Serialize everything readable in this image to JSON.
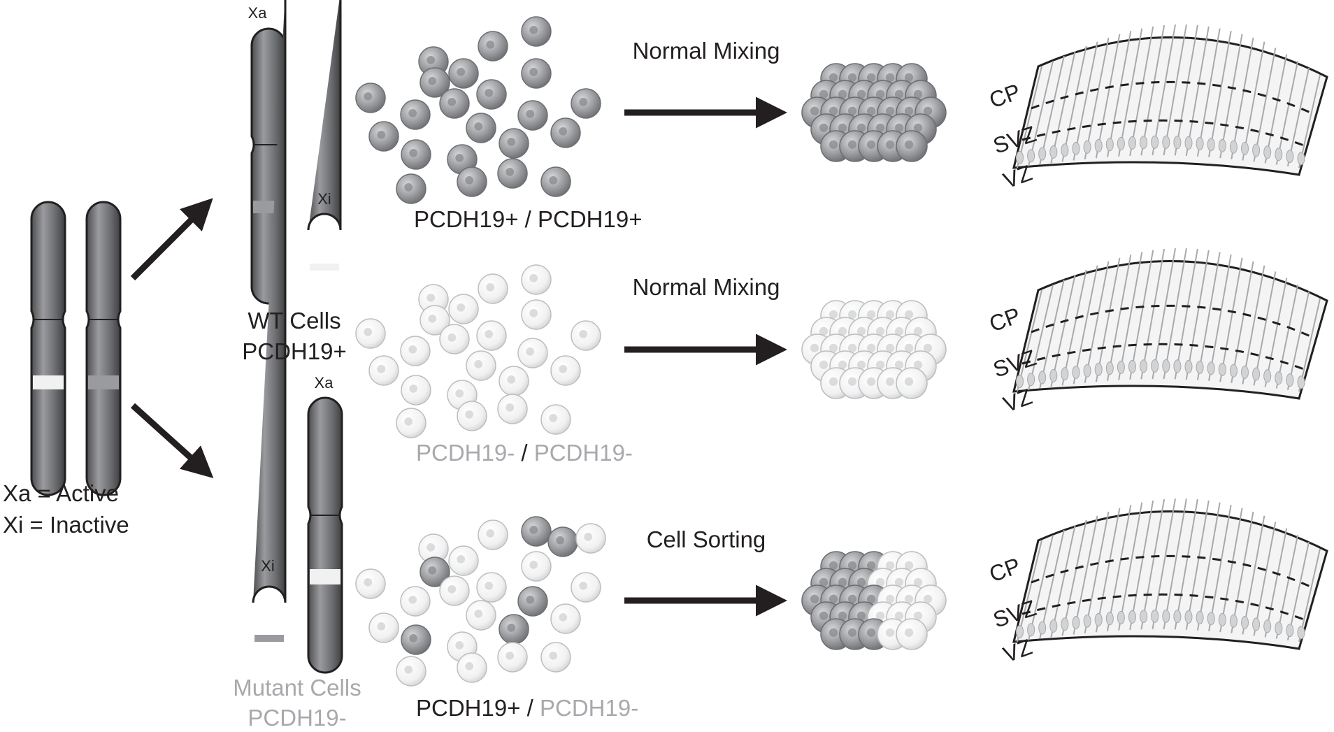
{
  "chromosomes": {
    "xa_top": "Xa",
    "xi_top": "Xi",
    "xa_bottom": "Xa",
    "xi_bottom": "Xi"
  },
  "legend": {
    "active": "Xa = Active",
    "inactive": "Xi = Inactive"
  },
  "cells": {
    "wt_line1": "WT Cells",
    "wt_line2": "PCDH19+",
    "mutant_line1": "Mutant Cells",
    "mutant_line2": "PCDH19-"
  },
  "rows": [
    {
      "process": "Normal Mixing",
      "pair_left": "PCDH19+",
      "pair_sep": " / ",
      "pair_right": "PCDH19+"
    },
    {
      "process": "Normal Mixing",
      "pair_left": "PCDH19-",
      "pair_sep": " / ",
      "pair_right": "PCDH19-"
    },
    {
      "process": "Cell Sorting",
      "pair_left": "PCDH19+",
      "pair_sep": " / ",
      "pair_right": "PCDH19-"
    }
  ],
  "cortex_layers": [
    "CP",
    "SVZ",
    "VZ"
  ],
  "colors": {
    "dark_text": "#231f20",
    "grey_text": "#a7a9ac",
    "chromosome": "#6d6e71",
    "arrow": "#231f20",
    "cell_dark": "#8a8c8f",
    "cell_light": "#e6e7e8"
  }
}
